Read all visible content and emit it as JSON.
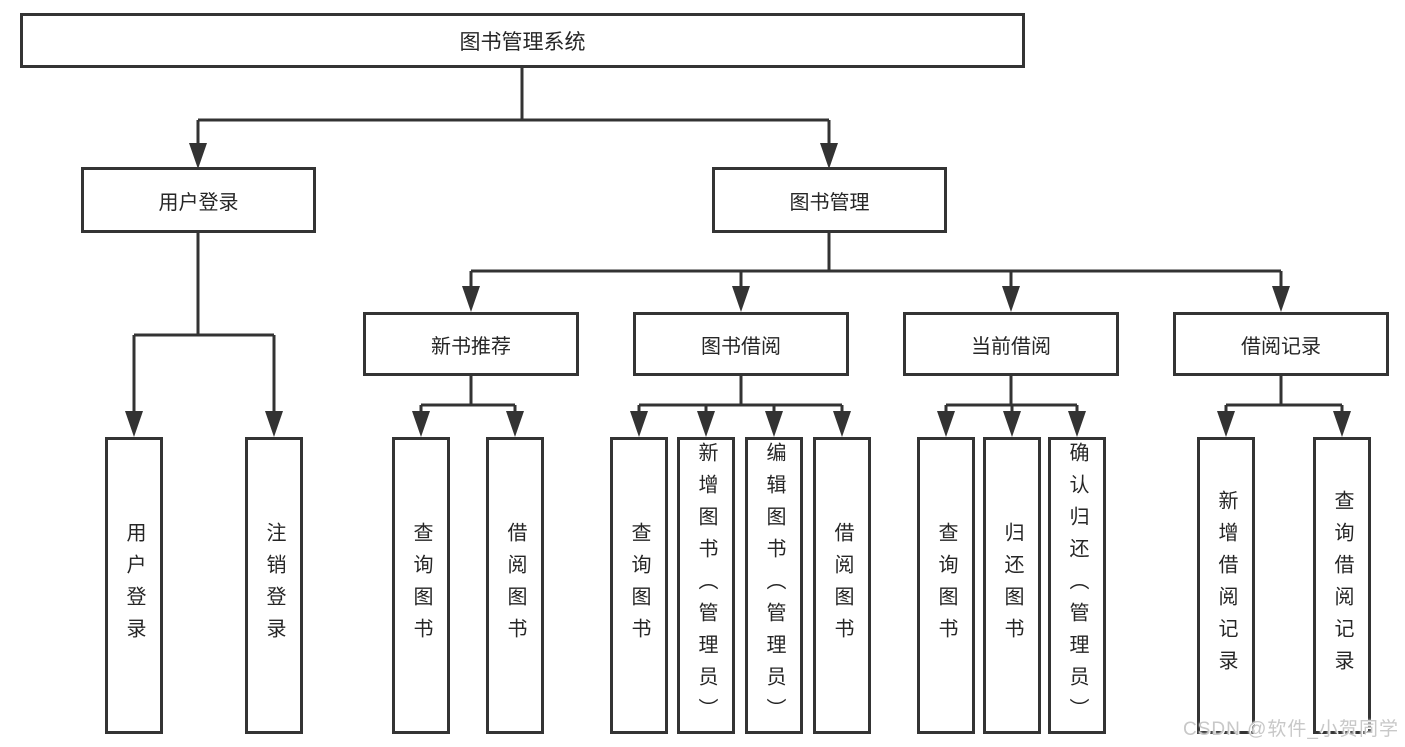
{
  "diagram": {
    "root": {
      "label": "图书管理系统"
    },
    "branches": [
      {
        "label": "用户登录",
        "children": [
          {
            "label": "用户登录"
          },
          {
            "label": "注销登录"
          }
        ]
      },
      {
        "label": "图书管理",
        "children": [
          {
            "label": "新书推荐",
            "children": [
              {
                "label": "查询图书"
              },
              {
                "label": "借阅图书"
              }
            ]
          },
          {
            "label": "图书借阅",
            "children": [
              {
                "label": "查询图书"
              },
              {
                "label": "新增图书（管理员）"
              },
              {
                "label": "编辑图书（管理员）"
              },
              {
                "label": "借阅图书"
              }
            ]
          },
          {
            "label": "当前借阅",
            "children": [
              {
                "label": "查询图书"
              },
              {
                "label": "归还图书"
              },
              {
                "label": "确认归还（管理员）"
              }
            ]
          },
          {
            "label": "借阅记录",
            "children": [
              {
                "label": "新增借阅记录"
              },
              {
                "label": "查询借阅记录"
              }
            ]
          }
        ]
      }
    ]
  },
  "watermark": {
    "text": "CSDN @软件_小贺同学"
  },
  "colors": {
    "line": "#333333",
    "box_border": "#343434",
    "box_fill": "#ffffff",
    "text": "#262626",
    "watermark": "#c8c8c8",
    "background": "#ffffff"
  }
}
